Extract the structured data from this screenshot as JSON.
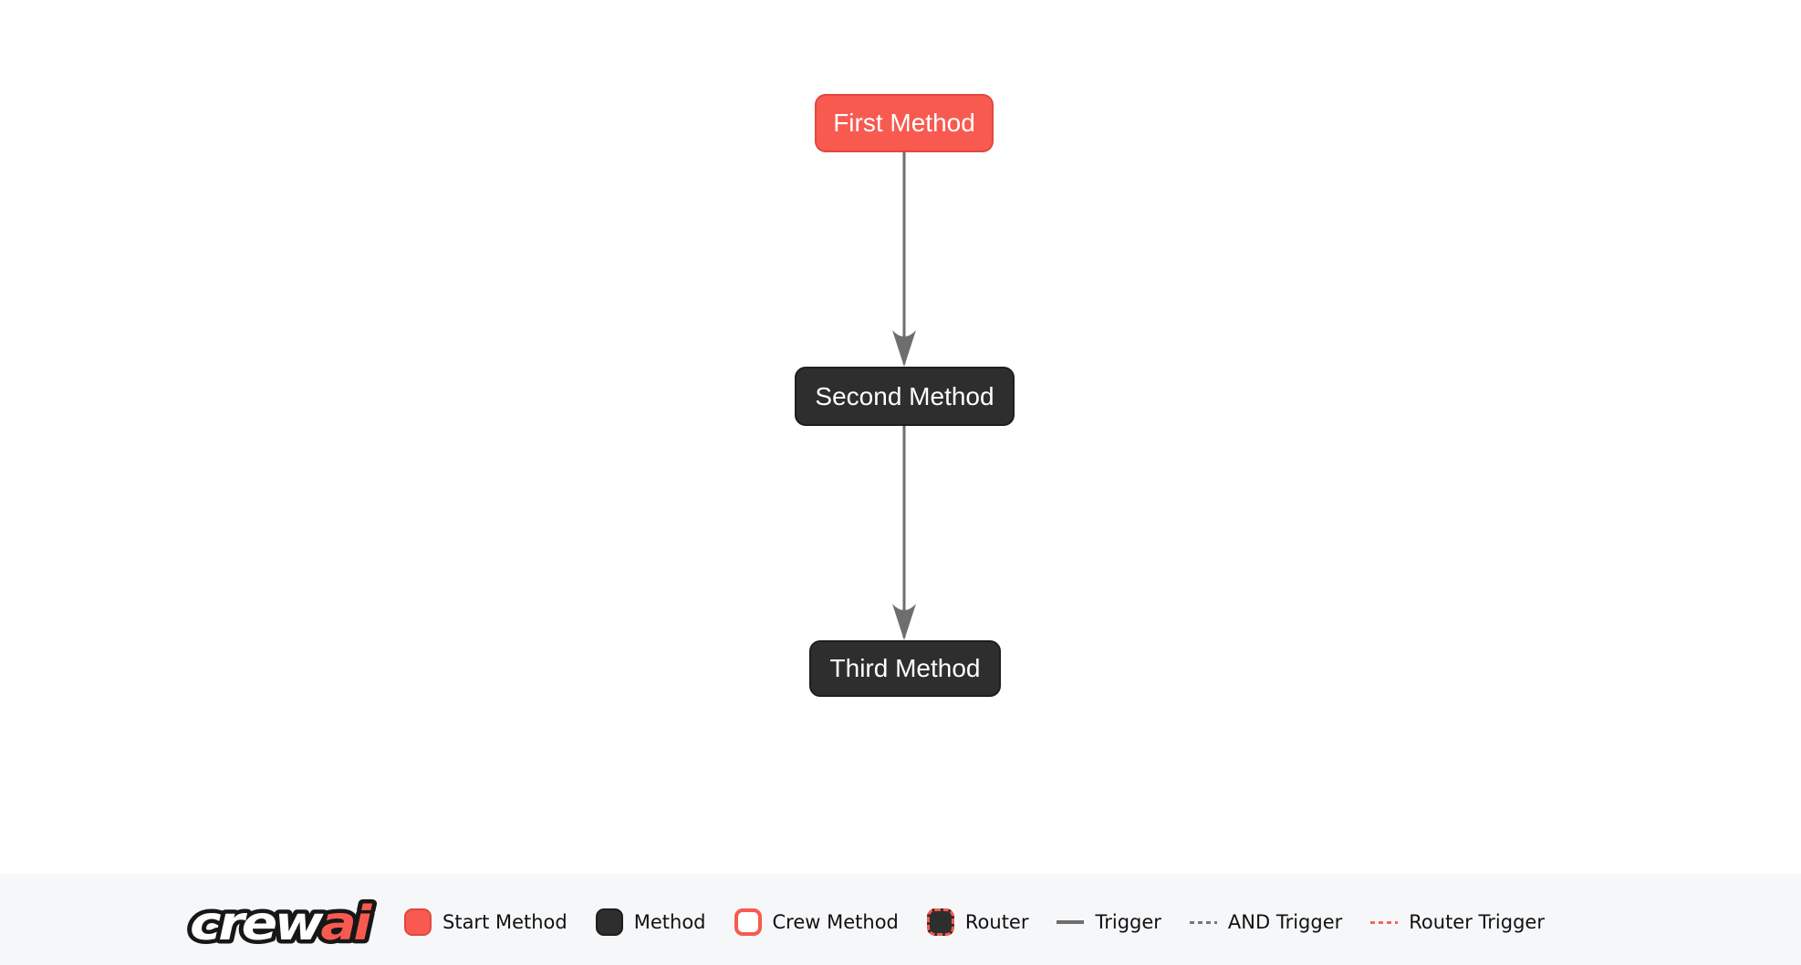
{
  "diagram": {
    "nodes": [
      {
        "label": "First Method",
        "type": "start-method"
      },
      {
        "label": "Second Method",
        "type": "method"
      },
      {
        "label": "Third Method",
        "type": "method"
      }
    ],
    "edges": [
      {
        "from": "First Method",
        "to": "Second Method",
        "type": "trigger"
      },
      {
        "from": "Second Method",
        "to": "Third Method",
        "type": "trigger"
      }
    ]
  },
  "legend": {
    "logo_crew": "crew",
    "logo_ai": "ai",
    "items": [
      {
        "label": "Start Method",
        "swatch": "start-method"
      },
      {
        "label": "Method",
        "swatch": "method"
      },
      {
        "label": "Crew Method",
        "swatch": "crew-method"
      },
      {
        "label": "Router",
        "swatch": "router"
      },
      {
        "label": "Trigger",
        "swatch": "trigger-line"
      },
      {
        "label": "AND Trigger",
        "swatch": "and-trigger-line"
      },
      {
        "label": "Router Trigger",
        "swatch": "router-trigger-line"
      }
    ]
  },
  "colors": {
    "start_method_fill": "#F85A50",
    "start_method_border": "#E0483E",
    "method_fill": "#2E2E2E",
    "method_border": "#1E1E1E",
    "edge_gray": "#6E6E6E",
    "router_trigger_red": "#F8645A",
    "legend_bar_bg": "#F6F7F9",
    "node_text": "#FFFFFF",
    "legend_text": "#111111",
    "canvas_bg": "#FFFFFF"
  }
}
